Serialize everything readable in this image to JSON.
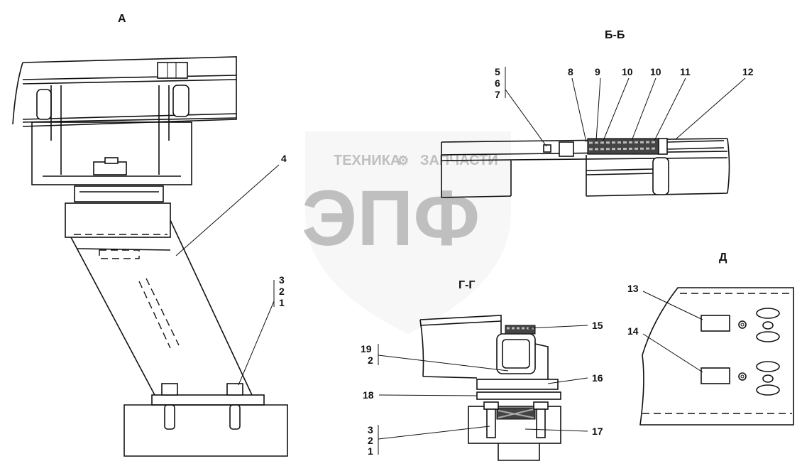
{
  "views": {
    "a": "А",
    "bb": "Б-Б",
    "gg": "Г-Г",
    "d": "Д"
  },
  "watermark": {
    "top": "ТЕХНИКА",
    "top2": "ЗАПЧАСТИ",
    "main": "ЭПФ"
  },
  "callouts": {
    "c1": "1",
    "c2": "2",
    "c3": "3",
    "c4": "4",
    "c5": "5",
    "c6": "6",
    "c7": "7",
    "c8": "8",
    "c9": "9",
    "c10a": "10",
    "c10b": "10",
    "c11": "11",
    "c12": "12",
    "c13": "13",
    "c14": "14",
    "c15": "15",
    "c16": "16",
    "c17": "17",
    "c18": "18",
    "c19": "19",
    "g_c3": "3",
    "g_c2": "2",
    "g_c1": "1",
    "g_c19": "19",
    "g_c2b": "2"
  }
}
